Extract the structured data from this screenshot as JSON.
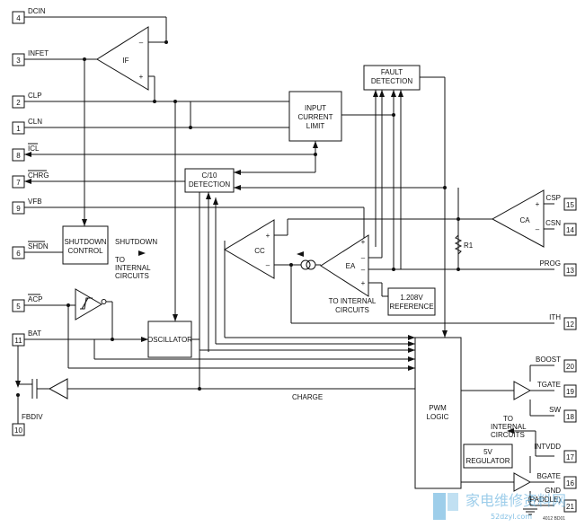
{
  "pins": [
    {
      "num": "4",
      "name": "DCIN"
    },
    {
      "num": "3",
      "name": "INFET"
    },
    {
      "num": "2",
      "name": "CLP"
    },
    {
      "num": "1",
      "name": "CLN"
    },
    {
      "num": "8",
      "name": "ICL"
    },
    {
      "num": "7",
      "name": "CHRG"
    },
    {
      "num": "9",
      "name": "VFB"
    },
    {
      "num": "6",
      "name": "SHDN"
    },
    {
      "num": "5",
      "name": "ACP"
    },
    {
      "num": "11",
      "name": "BAT"
    },
    {
      "num": "10",
      "name": "FBDIV"
    },
    {
      "num": "15",
      "name": "CSP"
    },
    {
      "num": "14",
      "name": "CSN"
    },
    {
      "num": "13",
      "name": "PROG"
    },
    {
      "num": "12",
      "name": "ITH"
    },
    {
      "num": "20",
      "name": "BOOST"
    },
    {
      "num": "19",
      "name": "TGATE"
    },
    {
      "num": "18",
      "name": "SW"
    },
    {
      "num": "17",
      "name": "INTVDD"
    },
    {
      "num": "16",
      "name": "BGATE"
    },
    {
      "num": "21",
      "name": "GND"
    }
  ],
  "gnd_sub": "(PADDLE)",
  "blocks": {
    "fault_detection": [
      "FAULT",
      "DETECTION"
    ],
    "input_current_limit": [
      "INPUT",
      "CURRENT",
      "LIMIT"
    ],
    "c10_detection": [
      "C/10",
      "DETECTION"
    ],
    "shutdown_control": [
      "SHUTDOWN",
      "CONTROL"
    ],
    "oscillator": "OSCILLATOR",
    "pwm_logic": [
      "PWM",
      "LOGIC"
    ],
    "reference": [
      "1.208V",
      "REFERENCE"
    ],
    "regulator": [
      "5V",
      "REGULATOR"
    ]
  },
  "amplifiers": {
    "if": "IF",
    "cc": "CC",
    "ea": "EA",
    "ca": "CA"
  },
  "labels": {
    "shutdown_to": [
      "SHUTDOWN",
      "TO",
      "INTERNAL",
      "CIRCUITS"
    ],
    "ea_to": [
      "TO INTERNAL",
      "CIRCUITS"
    ],
    "intvdd_to": [
      "TO",
      "INTERNAL",
      "CIRCUITS"
    ],
    "charge": "CHARGE",
    "r1": "R1",
    "plus": "+",
    "minus": "–"
  },
  "watermark": {
    "chinese": "家电维修资料网",
    "url": "52dzyl.com",
    "code": "4012 BD01"
  }
}
